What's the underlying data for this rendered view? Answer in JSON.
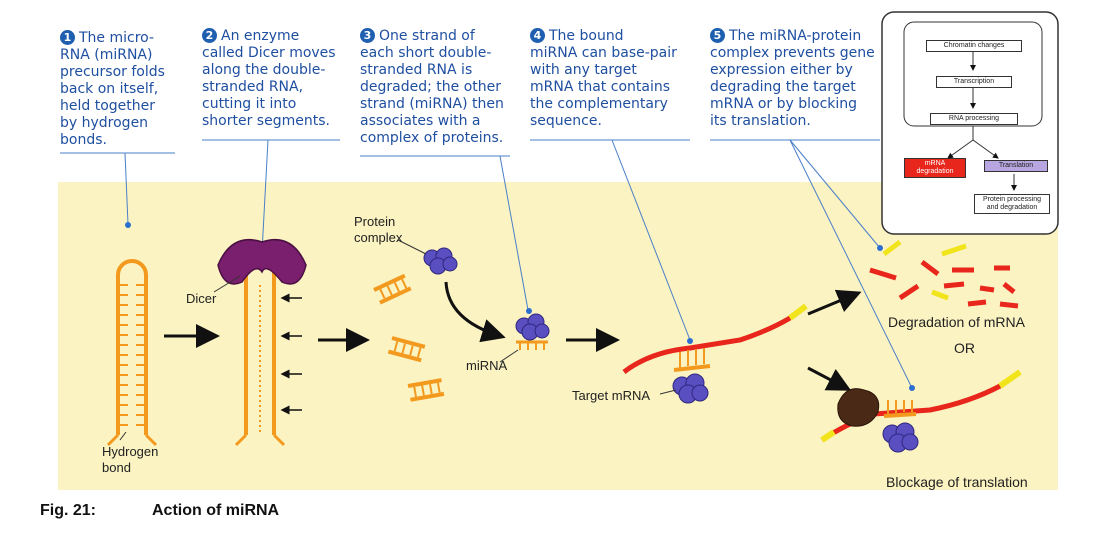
{
  "steps": [
    {
      "number": "1",
      "text": "The micro-\nRNA (miRNA)\nprecursor folds\nback on itself,\nheld together\nby hydrogen\nbonds."
    },
    {
      "number": "2",
      "text": "An enzyme\ncalled Dicer moves\nalong the double-\nstranded RNA,\ncutting it into\nshorter segments."
    },
    {
      "number": "3",
      "text": "One strand of\neach short double-\nstranded RNA is\ndegraded; the other\nstrand (miRNA) then\nassociates with a\ncomplex of proteins."
    },
    {
      "number": "4",
      "text": "The bound\nmiRNA can base-pair\nwith any target\nmRNA that contains\nthe complementary\nsequence."
    },
    {
      "number": "5",
      "text": "The miRNA-protein\ncomplex prevents gene\nexpression either by\ndegrading the target\nmRNA or by blocking\nits translation."
    }
  ],
  "labels": {
    "dicer": "Dicer",
    "hydrogen_bond": "Hydrogen\nbond",
    "protein_complex": "Protein\ncomplex",
    "mirna": "miRNA",
    "target_mrna": "Target mRNA",
    "degradation": "Degradation of mRNA",
    "or": "OR",
    "blockage": "Blockage of translation"
  },
  "inset": {
    "chromatin": "Chromatin changes",
    "transcription": "Transcription",
    "rna_processing": "RNA processing",
    "mrna_degradation": "mRNA\ndegradation",
    "translation": "Translation",
    "protein_processing": "Protein processing\nand degradation"
  },
  "caption": {
    "figure": "Fig. 21:",
    "title": "Action of miRNA"
  },
  "colors": {
    "background": "#fbf3c2",
    "rna": "#f39a1e",
    "mrna": "#e8261c",
    "cap": "#f2e41a",
    "protein": "#5a4fc0",
    "dicer": "#7a1f6e",
    "ribosome": "#4a2a16",
    "text_blue": "#1f4fa0"
  }
}
